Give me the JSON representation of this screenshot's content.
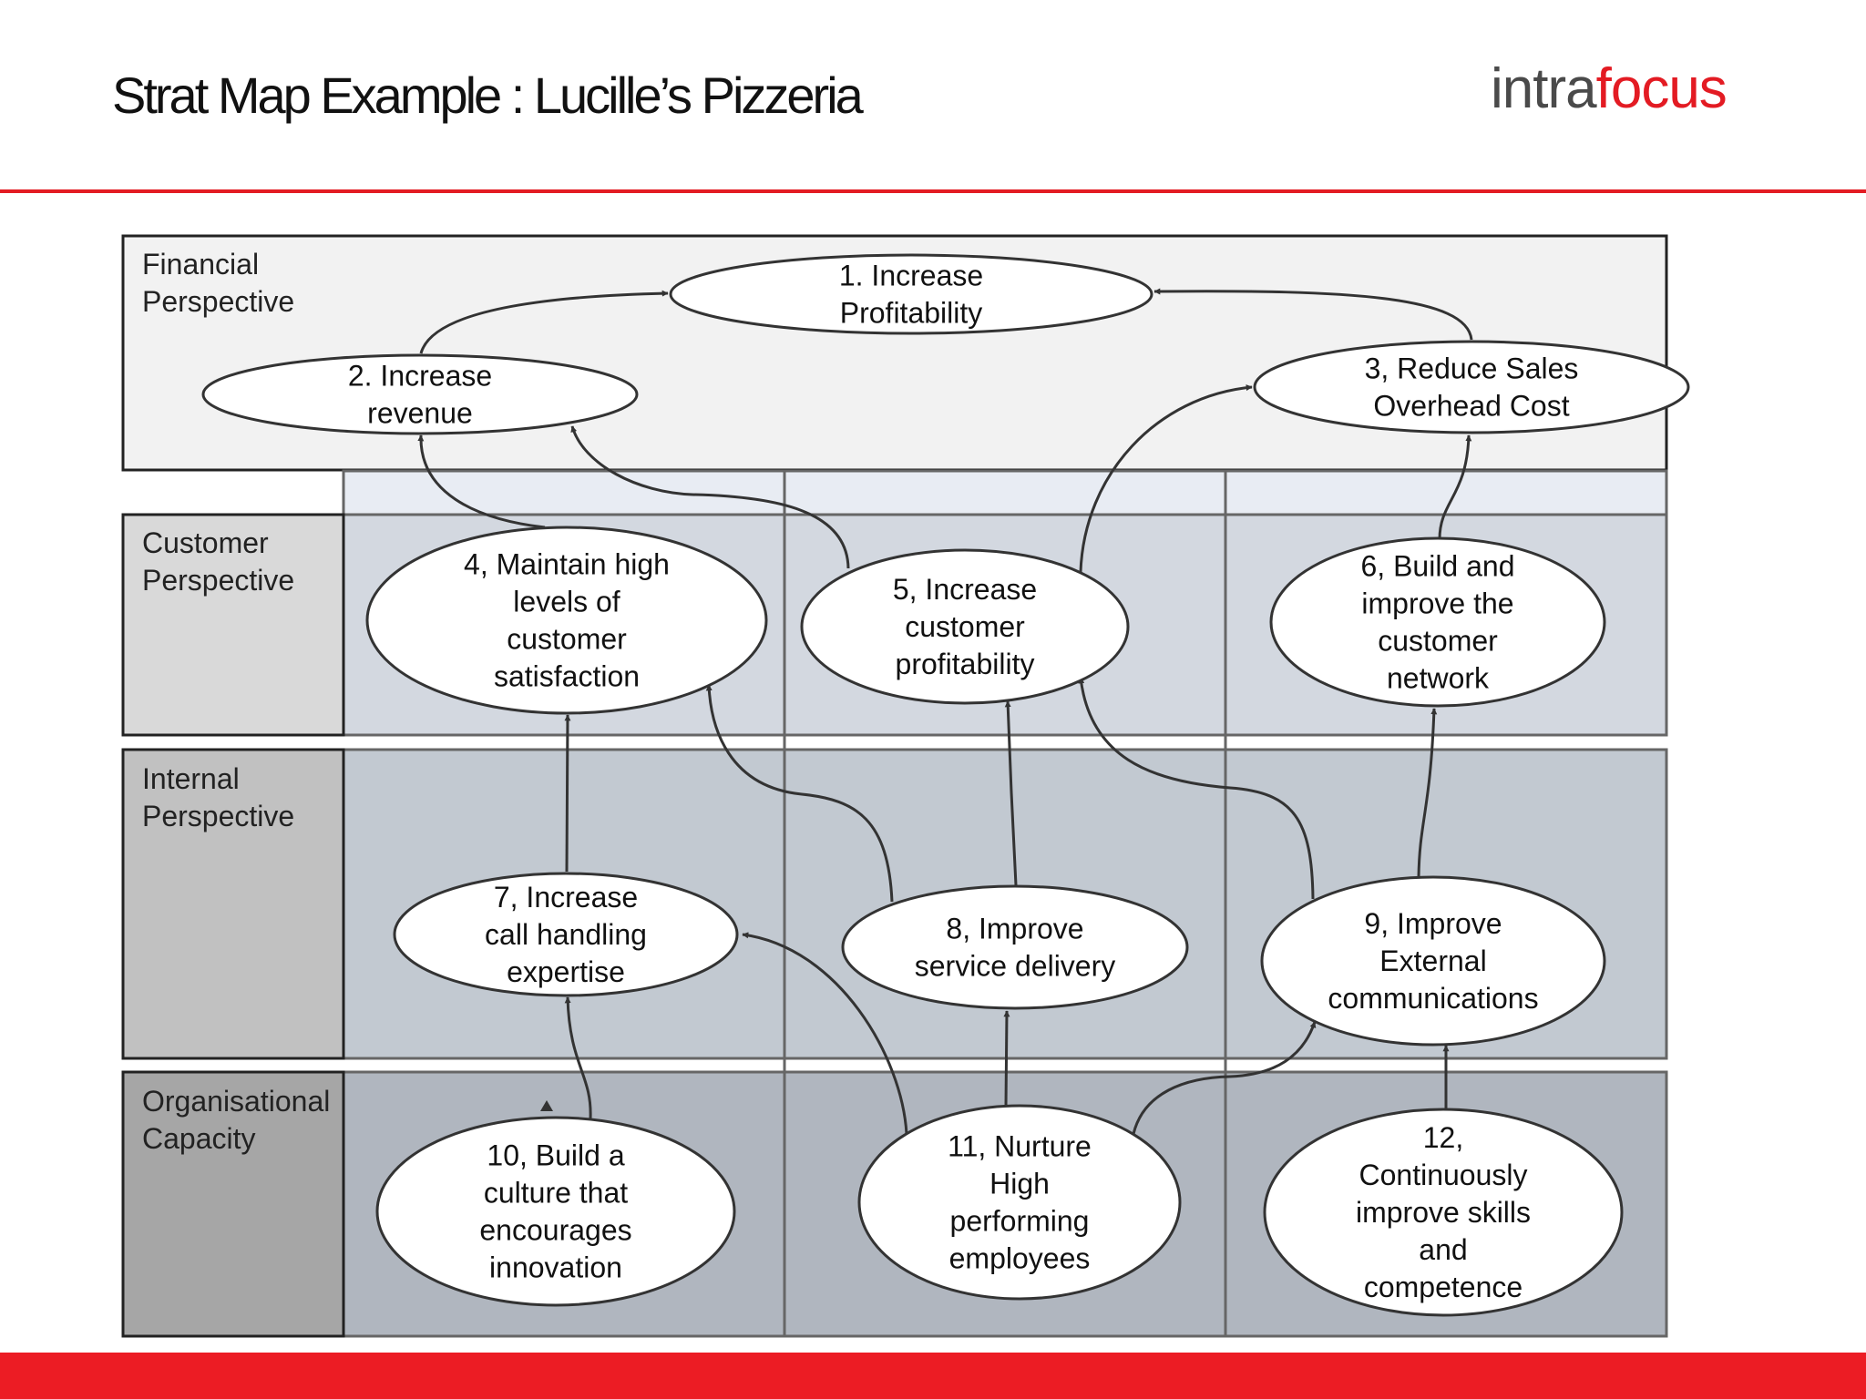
{
  "header": {
    "title": "Strat Map Example : Lucille’s Pizzeria",
    "logo_part1": "intra",
    "logo_part2": "focus"
  },
  "colors": {
    "accent_red": "#e31b23",
    "financial_band": "#f2f2f2",
    "customer_band": "#d3d8e0",
    "internal_band": "#c2c9d1",
    "capacity_band": "#b0b6bf"
  },
  "perspectives": [
    {
      "id": "financial",
      "line1": "Financial",
      "line2": "Perspective"
    },
    {
      "id": "customer",
      "line1": "Customer",
      "line2": "Perspective"
    },
    {
      "id": "internal",
      "line1": "Internal",
      "line2": "Perspective"
    },
    {
      "id": "capacity",
      "line1": "Organisational",
      "line2": "Capacity"
    }
  ],
  "objectives": [
    {
      "id": 1,
      "lines": [
        "1.  Increase",
        "Profitability"
      ]
    },
    {
      "id": 2,
      "lines": [
        "2. Increase",
        "revenue"
      ]
    },
    {
      "id": 3,
      "lines": [
        "3, Reduce Sales",
        "Overhead Cost"
      ]
    },
    {
      "id": 4,
      "lines": [
        "4, Maintain high",
        "levels of",
        "customer",
        "satisfaction"
      ]
    },
    {
      "id": 5,
      "lines": [
        "5, Increase",
        "customer",
        "profitability"
      ]
    },
    {
      "id": 6,
      "lines": [
        "6, Build and",
        "improve the",
        "customer",
        "network"
      ]
    },
    {
      "id": 7,
      "lines": [
        "7, Increase",
        "call handling",
        "expertise"
      ]
    },
    {
      "id": 8,
      "lines": [
        "8, Improve",
        "service delivery"
      ]
    },
    {
      "id": 9,
      "lines": [
        "9, Improve",
        "External",
        "communications"
      ]
    },
    {
      "id": 10,
      "lines": [
        "10, Build a",
        "culture that",
        "encourages",
        "innovation"
      ]
    },
    {
      "id": 11,
      "lines": [
        "11, Nurture",
        "High",
        "performing",
        "employees"
      ]
    },
    {
      "id": 12,
      "lines": [
        "12,",
        "Continuously",
        "improve skills",
        "and",
        "competence"
      ]
    }
  ],
  "links": [
    {
      "from": 2,
      "to": 1
    },
    {
      "from": 3,
      "to": 1
    },
    {
      "from": 4,
      "to": 2
    },
    {
      "from": 5,
      "to": 2
    },
    {
      "from": 5,
      "to": 3
    },
    {
      "from": 6,
      "to": 3
    },
    {
      "from": 7,
      "to": 4
    },
    {
      "from": 8,
      "to": 4
    },
    {
      "from": 8,
      "to": 5
    },
    {
      "from": 9,
      "to": 5
    },
    {
      "from": 9,
      "to": 6
    },
    {
      "from": 10,
      "to": 7
    },
    {
      "from": 11,
      "to": 7
    },
    {
      "from": 11,
      "to": 8
    },
    {
      "from": 11,
      "to": 9
    },
    {
      "from": 12,
      "to": 9
    }
  ]
}
